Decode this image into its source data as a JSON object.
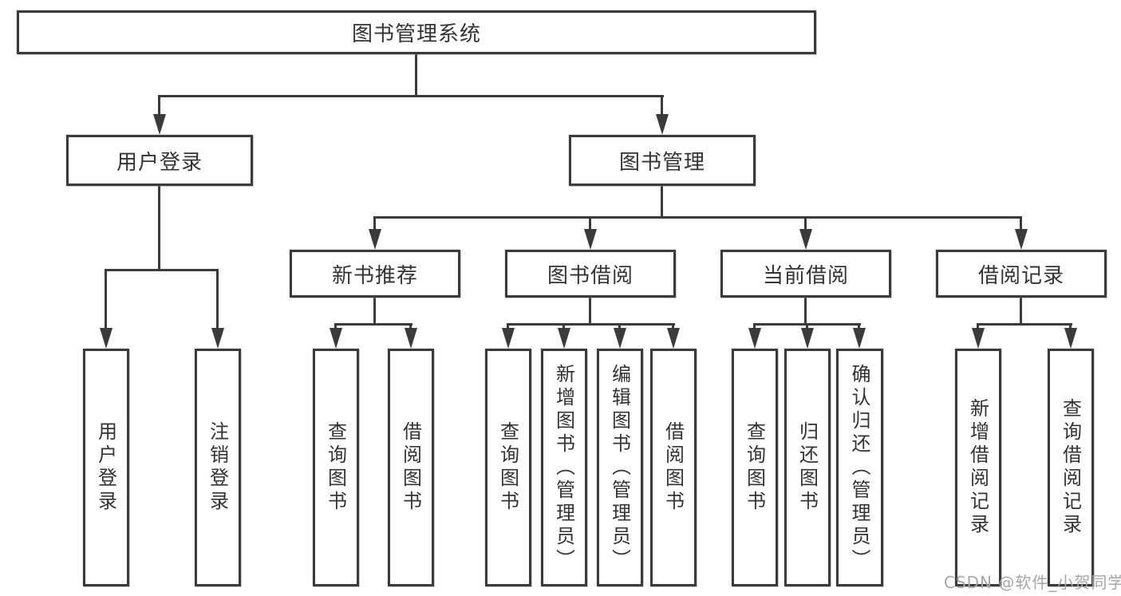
{
  "diagram": {
    "title": "图书管理系统",
    "watermark": "CSDN @软件_小贺同学",
    "colors": {
      "line": "#3b3b3b",
      "box_border": "#3b3b3b",
      "text": "#333333",
      "watermark": "#a6a6a6",
      "background": "#ffffff"
    },
    "tree": {
      "label": "图书管理系统",
      "children": [
        {
          "label": "用户登录",
          "children": [
            {
              "label": "用户登录"
            },
            {
              "label": "注销登录"
            }
          ]
        },
        {
          "label": "图书管理",
          "children": [
            {
              "label": "新书推荐",
              "children": [
                {
                  "label": "查询图书"
                },
                {
                  "label": "借阅图书"
                }
              ]
            },
            {
              "label": "图书借阅",
              "children": [
                {
                  "label": "查询图书"
                },
                {
                  "label": "新增图书（管理员）"
                },
                {
                  "label": "编辑图书（管理员）"
                },
                {
                  "label": "借阅图书"
                }
              ]
            },
            {
              "label": "当前借阅",
              "children": [
                {
                  "label": "查询图书"
                },
                {
                  "label": "归还图书"
                },
                {
                  "label": "确认归还（管理员）"
                }
              ]
            },
            {
              "label": "借阅记录",
              "children": [
                {
                  "label": "新增借阅记录"
                },
                {
                  "label": "查询借阅记录"
                }
              ]
            }
          ]
        }
      ]
    }
  }
}
